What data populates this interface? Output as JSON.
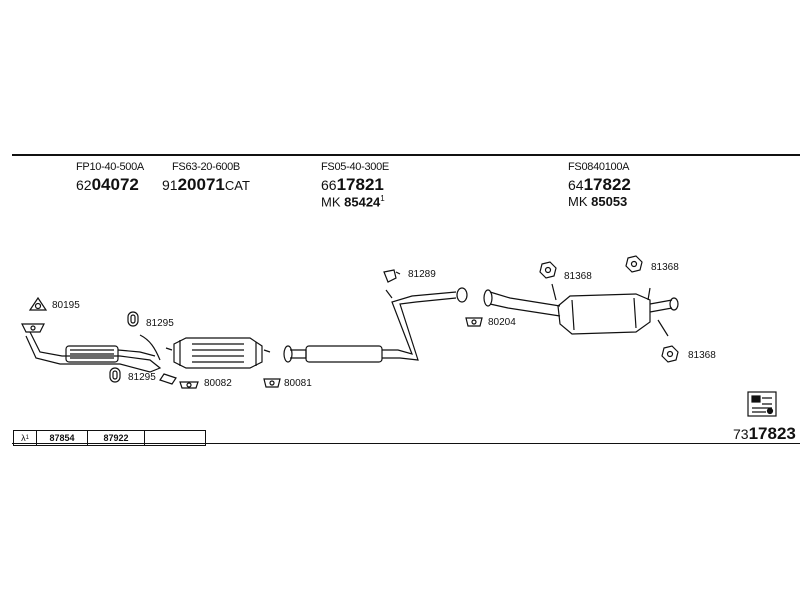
{
  "header_columns": [
    {
      "ref": "FP10-40-500A",
      "prefix": "62",
      "main": "04072",
      "suffix": ""
    },
    {
      "ref": "FS63-20-600B",
      "prefix": "91",
      "main": "20071",
      "suffix": "CAT"
    },
    {
      "ref": "FS05-40-300E",
      "prefix": "66",
      "main": "17821",
      "suffix": "",
      "mk_label": "MK",
      "mk_value": "85424",
      "mk_sup": "1"
    },
    {
      "ref": "FS0840100A",
      "prefix": "64",
      "main": "17822",
      "suffix": "",
      "mk_label": "MK",
      "mk_value": "85053"
    }
  ],
  "part_labels": {
    "p80195": "80195",
    "p81295_top": "81295",
    "p81295_bottom": "81295",
    "p80082": "80082",
    "p80081": "80081",
    "p81289": "81289",
    "p80204": "80204",
    "p81368_a": "81368",
    "p81368_b": "81368",
    "p81368_c": "81368"
  },
  "footer_table": {
    "symbol": "λ",
    "symbol_sup": "1",
    "cells": [
      "87854",
      "87922",
      ""
    ]
  },
  "footer_ref": {
    "prefix": "73",
    "main": "17823"
  }
}
